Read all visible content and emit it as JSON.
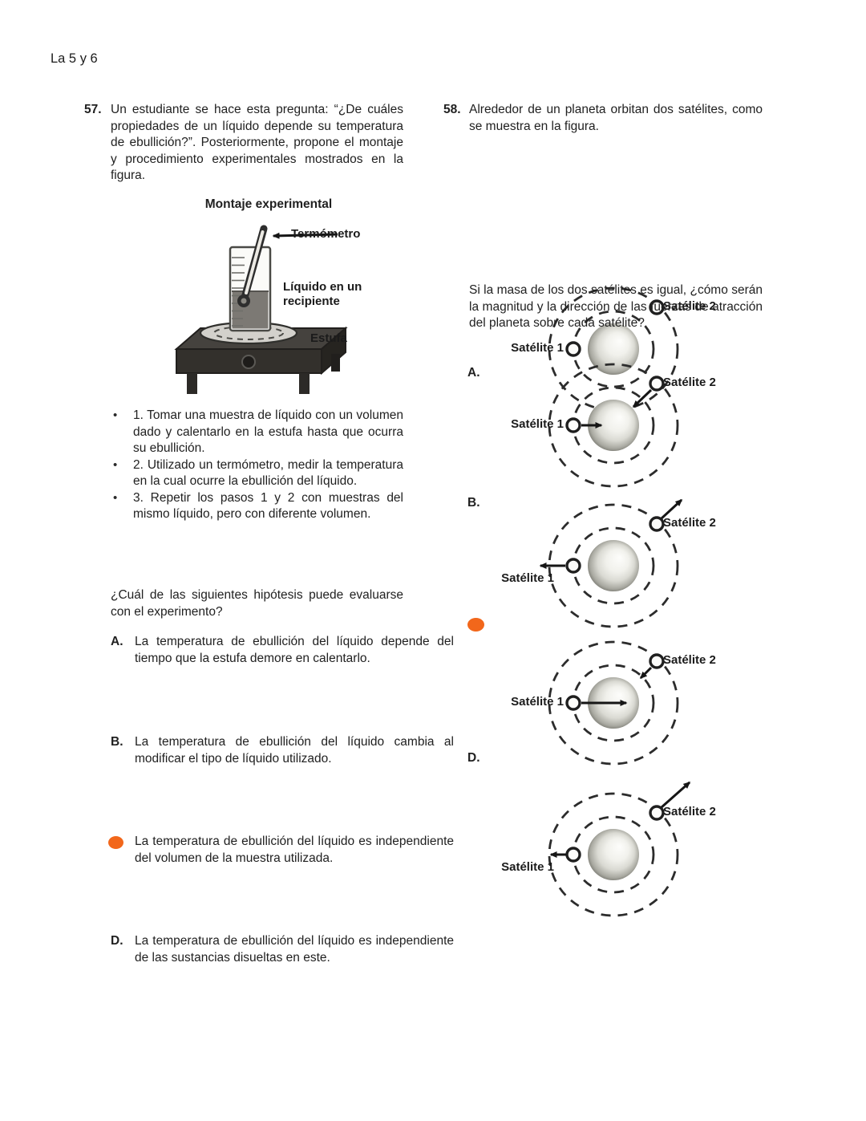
{
  "page": {
    "header": "La 5 y 6"
  },
  "colors": {
    "marker_orange": "#f2671b",
    "ink": "#212121"
  },
  "q57": {
    "number": "57.",
    "intro": "Un estudiante se hace esta pregunta: “¿De cuáles propiedades de un líquido depende su temperatura de ebullición?”. Posteriormente, propone el montaje y procedimiento experimentales mostrados en la figura.",
    "figure": {
      "title": "Montaje experimental",
      "label_thermometer": "Termómetro",
      "label_liquid": "Líquido en un recipiente",
      "label_stove": "Estufa"
    },
    "steps": [
      "1. Tomar una muestra de líquido con un volumen dado y calentarlo en la estufa hasta que ocurra su ebullición.",
      "2. Utilizado un termómetro, medir la temperatura en la cual ocurre la ebullición del líquido.",
      "3. Repetir los pasos 1 y 2 con muestras del mismo líquido, pero con diferente volumen."
    ],
    "question": "¿Cuál de las siguientes hipótesis puede evaluarse con el experimento?",
    "options": [
      {
        "label": "A.",
        "marked": false,
        "text": "La temperatura de ebullición del líquido depende del tiempo que la estufa demore en calentarlo."
      },
      {
        "label": "B.",
        "marked": false,
        "text": "La temperatura de ebullición del líquido cambia al modificar el tipo de líquido utilizado."
      },
      {
        "label": "",
        "marked": true,
        "text": "La temperatura de ebullición del líquido es independiente del volumen de la muestra utilizada."
      },
      {
        "label": "D.",
        "marked": false,
        "text": "La temperatura de ebullición del líquido es independiente de las sustancias disueltas en este."
      }
    ]
  },
  "q58": {
    "number": "58.",
    "intro": "Alrededor de un planeta orbitan dos satélites, como se muestra en la figura.",
    "figure": {
      "label_sat1": "Satélite 1",
      "label_sat2": "Satélite 2"
    },
    "question": "Si la masa de los dos satélites es igual, ¿cómo serán la magnitud y la dirección de las fuerzas de atracción del planeta sobre cada satélite?",
    "options": [
      {
        "label": "A.",
        "marked": false
      },
      {
        "label": "B.",
        "marked": false
      },
      {
        "label": "",
        "marked": true
      },
      {
        "label": "D.",
        "marked": false
      }
    ]
  }
}
